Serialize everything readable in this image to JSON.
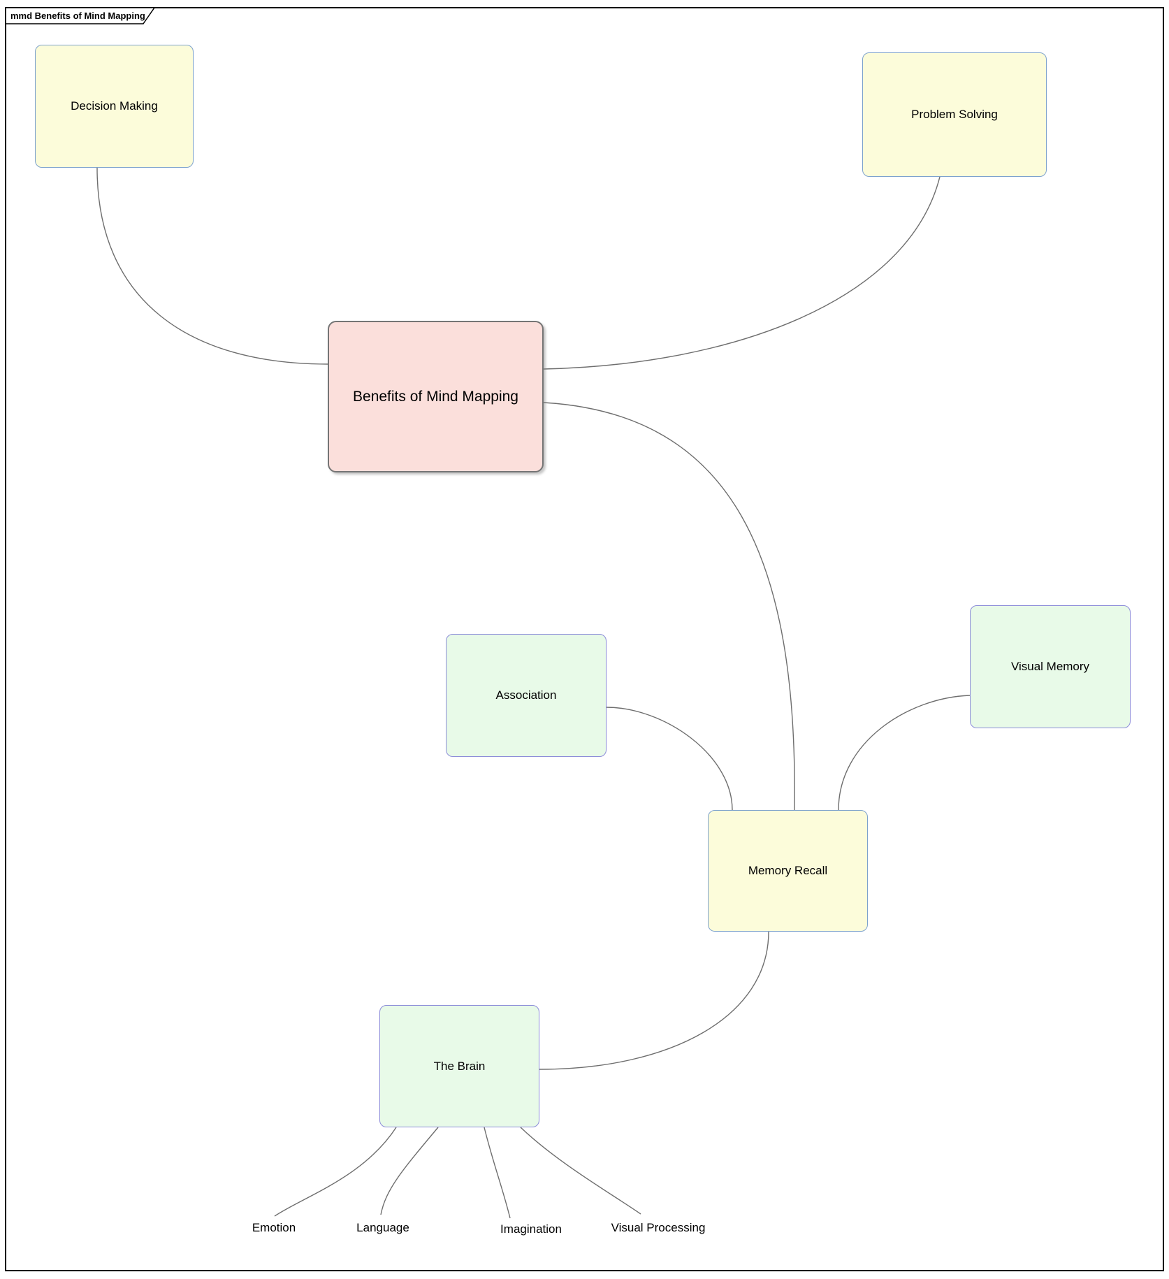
{
  "frame": {
    "label": "mmd Benefits of Mind Mapping"
  },
  "colors": {
    "root_fill": "#FBDFDB",
    "root_border": "#757575",
    "yellow_fill": "#FCFCDA",
    "yellow_border": "#7DA2CD",
    "green_fill": "#E8FAE8",
    "green_border": "#8C8CD9",
    "edge": "#6E6E6E",
    "frame_border": "#000000",
    "background": "#FFFFFF"
  },
  "nodes": {
    "root": {
      "label": "Benefits of Mind Mapping"
    },
    "decision_making": {
      "label": "Decision Making"
    },
    "problem_solving": {
      "label": "Problem Solving"
    },
    "association": {
      "label": "Association"
    },
    "visual_memory": {
      "label": "Visual Memory"
    },
    "memory_recall": {
      "label": "Memory Recall"
    },
    "the_brain": {
      "label": "The Brain"
    }
  },
  "leaves": {
    "emotion": {
      "label": "Emotion"
    },
    "language": {
      "label": "Language"
    },
    "imagination": {
      "label": "Imagination"
    },
    "visual_processing": {
      "label": "Visual Processing"
    }
  },
  "connections": [
    {
      "from": "Benefits of Mind Mapping",
      "to": "Decision Making"
    },
    {
      "from": "Benefits of Mind Mapping",
      "to": "Problem Solving"
    },
    {
      "from": "Benefits of Mind Mapping",
      "to": "Memory Recall"
    },
    {
      "from": "Association",
      "to": "Memory Recall"
    },
    {
      "from": "Visual Memory",
      "to": "Memory Recall"
    },
    {
      "from": "Memory Recall",
      "to": "The Brain"
    },
    {
      "from": "The Brain",
      "to": "Emotion"
    },
    {
      "from": "The Brain",
      "to": "Language"
    },
    {
      "from": "The Brain",
      "to": "Imagination"
    },
    {
      "from": "The Brain",
      "to": "Visual Processing"
    }
  ]
}
